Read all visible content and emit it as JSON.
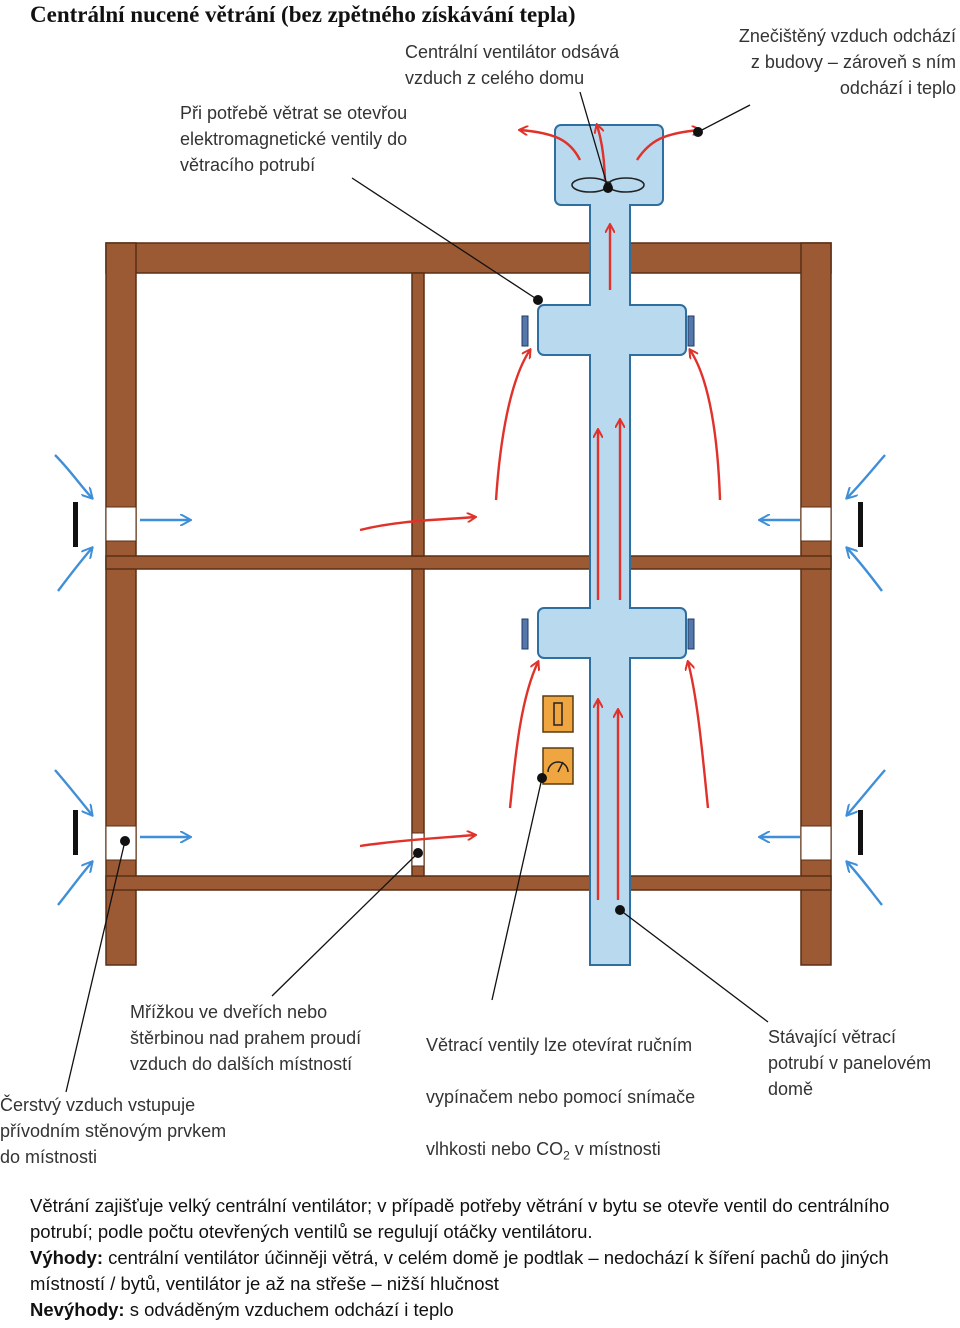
{
  "title": "Centrální nucené větrání (bez zpětného získávání tepla)",
  "labels": {
    "valves": "Při potřebě větrat se otevřou\nelektromagnetické ventily do\nvětracího potrubí",
    "fan": "Centrální ventilátor odsává\nvzduch z celého domu",
    "exhaust": "Znečištěný vzduch odchází\nz budovy – zároveň s ním\nodchází i teplo",
    "grille": "Mřížkou ve dveřích nebo\nštěrbinou nad prahem proudí\nvzduch do dalších místností",
    "fresh_air": "Čerstvý vzduch vstupuje\npřívodním stěnovým prvkem\ndo místnosti",
    "manual_line1": "Větrací ventily lze otevírat ručním",
    "manual_line2": "vypínačem nebo pomocí snímače",
    "manual_line3a": "vlhkosti nebo CO",
    "manual_line3sub": "2",
    "manual_line3b": " v místnosti",
    "existing_duct": "Stávající větrací\npotrubí v panelovém\ndomě"
  },
  "description": {
    "line1": "Větrání zajišťuje velký centrální ventilátor; v případě potřeby větrání v bytu se otevře ventil do centrálního potrubí; podle počtu otevřených ventilů se regulují otáčky ventilátoru.",
    "adv_label": "Výhody:",
    "adv_text": " centrální ventilátor účinněji větrá, v celém domě je podtlak – nedochází k šíření pachů do jiných místností / bytů, ventilátor je až na střeše – nižší hlučnost",
    "dis_label": "Nevýhody:",
    "dis_text": " s odváděným vzduchem odchází i teplo"
  },
  "colors": {
    "wall": "#9b5a34",
    "duct": "#b9d9ef",
    "duct_edge": "#2f6f9f",
    "exhaust_arrow": "#e0322a",
    "fresh_arrow": "#3f8fd8",
    "sensor": "#f0a640"
  }
}
